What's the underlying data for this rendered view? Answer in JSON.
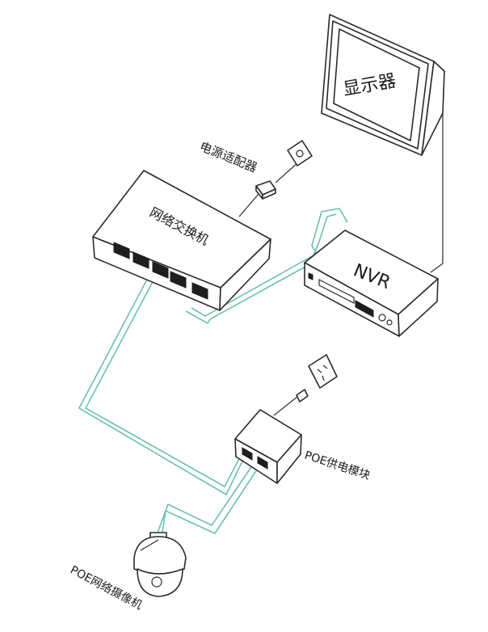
{
  "labels": {
    "monitor": "显示器",
    "power_adapter": "电源适配器",
    "switch": "网络交换机",
    "nvr": "NVR",
    "poe_module": "POE供电模块",
    "poe_camera": "POE网络摄像机"
  },
  "colors": {
    "cable_network": "#6bbfae",
    "cable_power": "#3a3a3a",
    "outline": "#2a2a2a"
  }
}
